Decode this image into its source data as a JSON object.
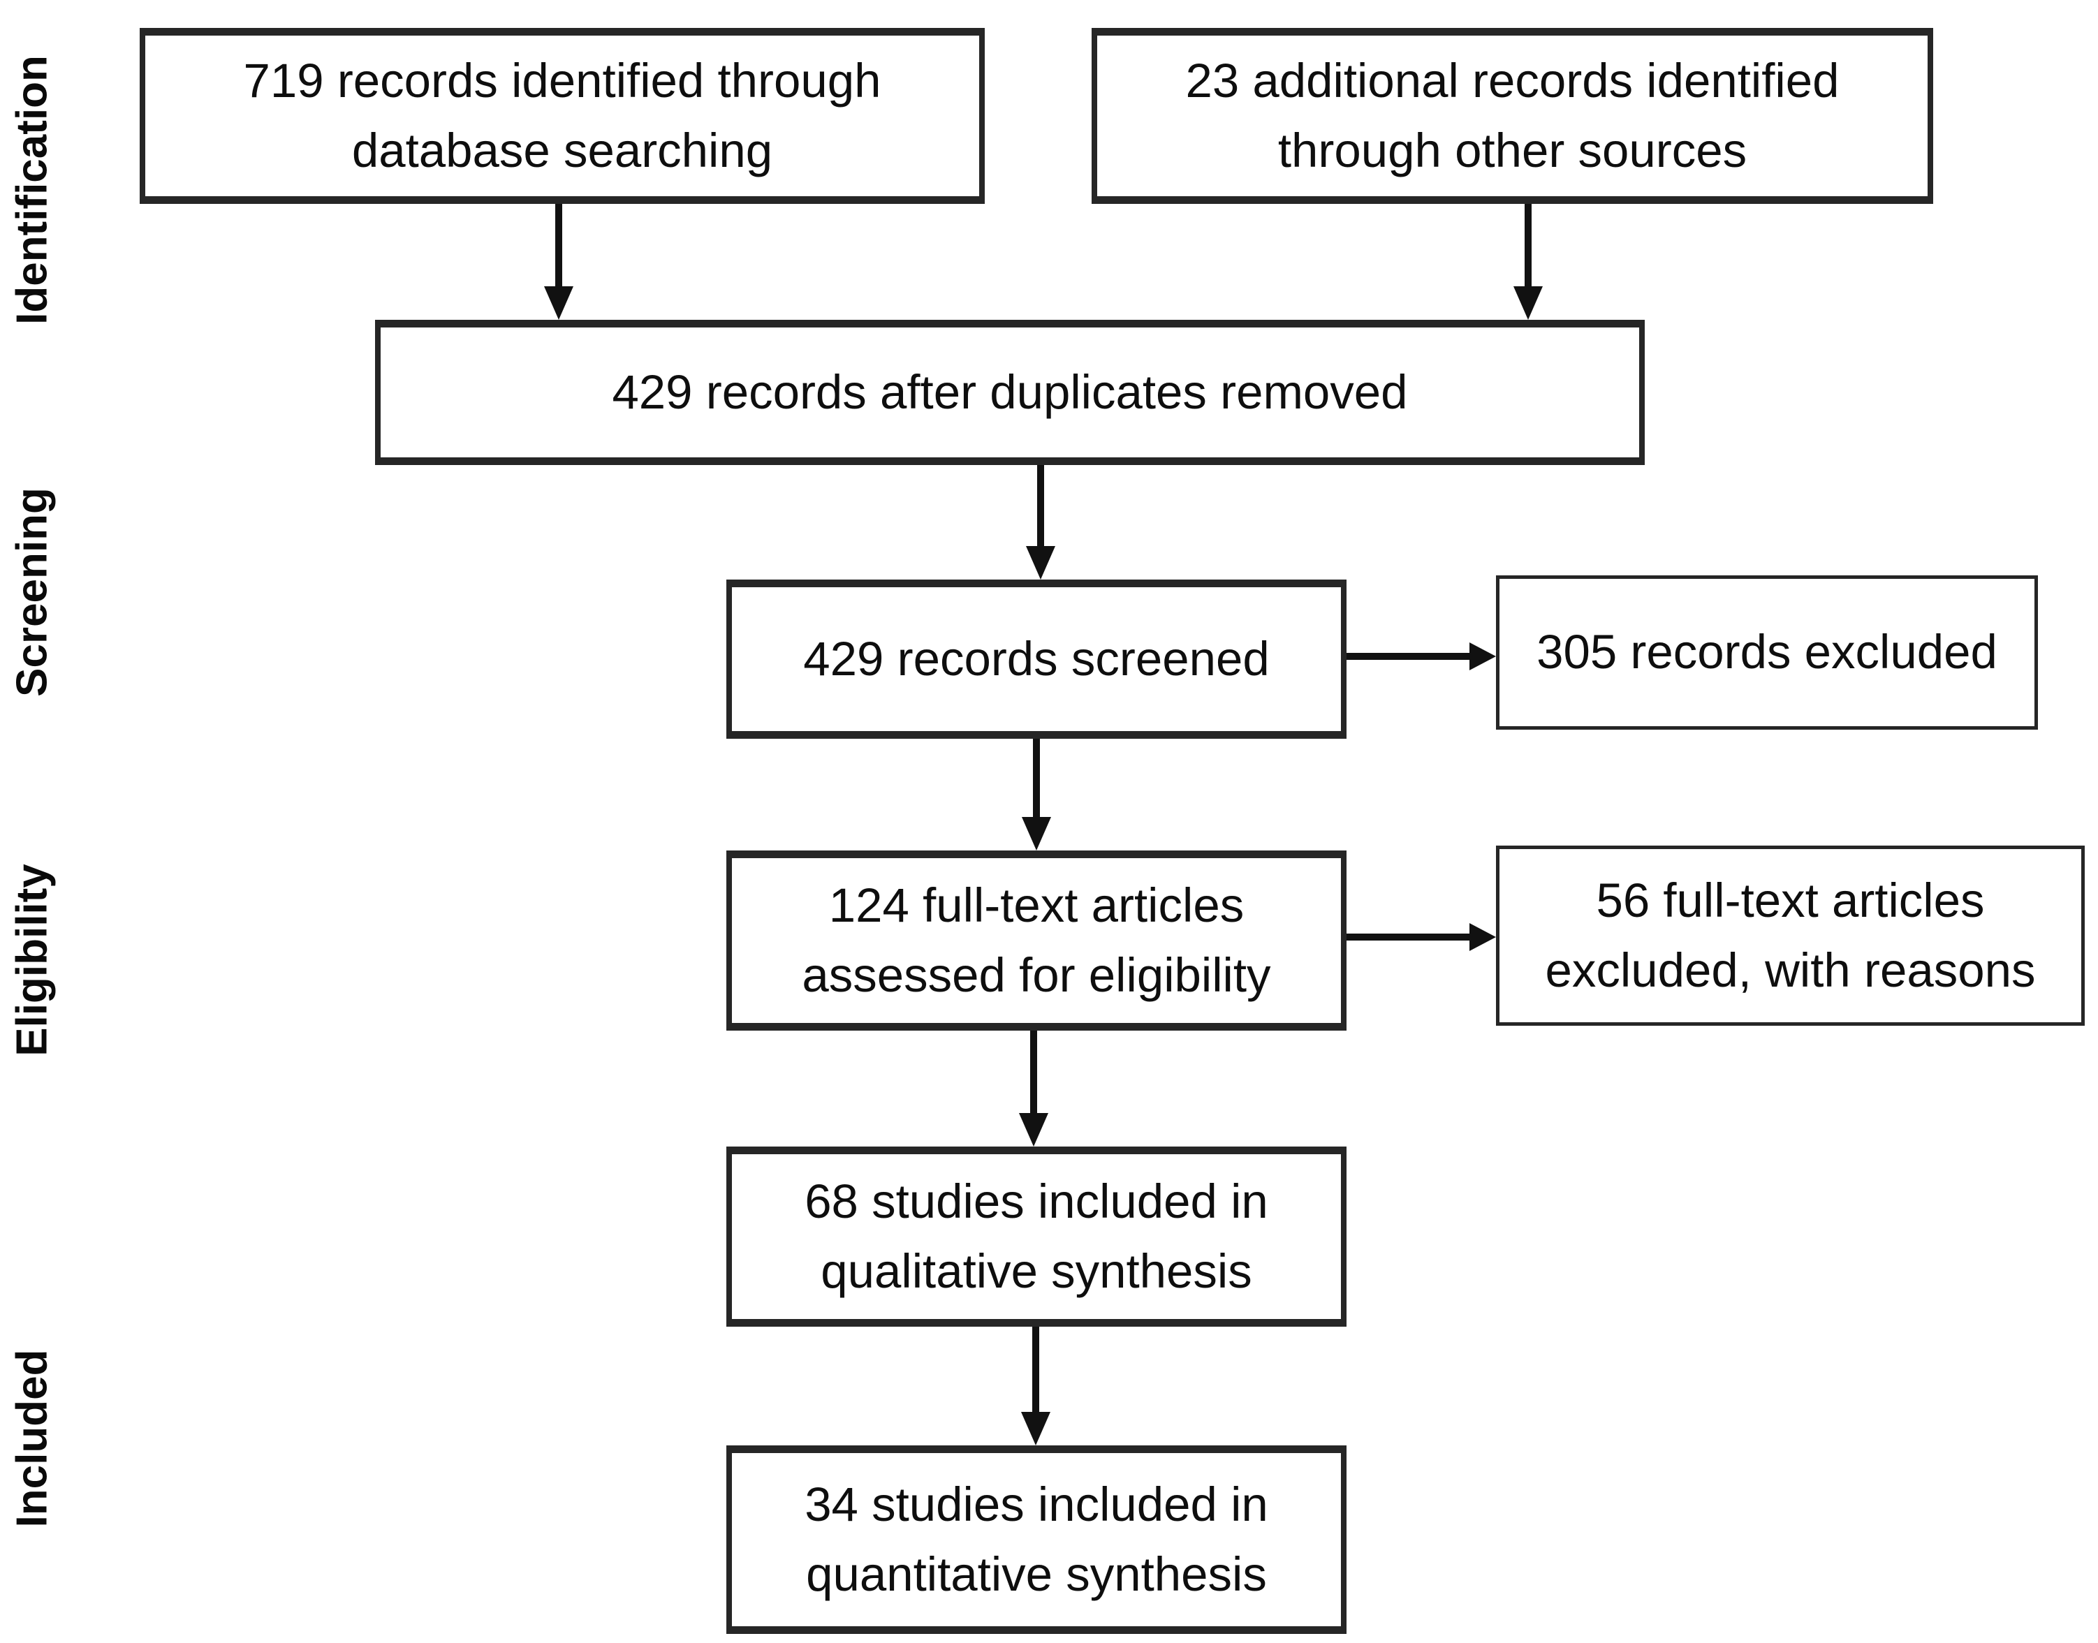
{
  "colors": {
    "background": "#ffffff",
    "box_border": "#262626",
    "text": "#0e0e0e",
    "arrow": "#111111"
  },
  "stage_labels": {
    "identification": "Identification",
    "screening": "Screening",
    "eligibility": "Eligibility",
    "included": "Included"
  },
  "boxes": {
    "identified_db": "719 records identified through\ndatabase searching",
    "identified_other": "23 additional records identified\nthrough other sources",
    "after_duplicates": "429 records after duplicates removed",
    "screened": "429 records screened",
    "records_excluded": "305 records excluded",
    "fulltext_assessed": "124 full-text articles\nassessed for eligibility",
    "fulltext_excluded": "56 full-text articles\nexcluded, with reasons",
    "qualitative": "68 studies included in\nqualitative synthesis",
    "quantitative": "34 studies included in\nquantitative synthesis"
  },
  "counts": {
    "identified_db": 719,
    "identified_other": 23,
    "after_duplicates": 429,
    "screened": 429,
    "records_excluded": 305,
    "fulltext_assessed": 124,
    "fulltext_excluded": 56,
    "qualitative": 68,
    "quantitative": 34
  },
  "edges": [
    {
      "from": "identified_db",
      "to": "after_duplicates"
    },
    {
      "from": "identified_other",
      "to": "after_duplicates"
    },
    {
      "from": "after_duplicates",
      "to": "screened"
    },
    {
      "from": "screened",
      "to": "records_excluded"
    },
    {
      "from": "screened",
      "to": "fulltext_assessed"
    },
    {
      "from": "fulltext_assessed",
      "to": "fulltext_excluded"
    },
    {
      "from": "fulltext_assessed",
      "to": "qualitative"
    },
    {
      "from": "qualitative",
      "to": "quantitative"
    }
  ]
}
